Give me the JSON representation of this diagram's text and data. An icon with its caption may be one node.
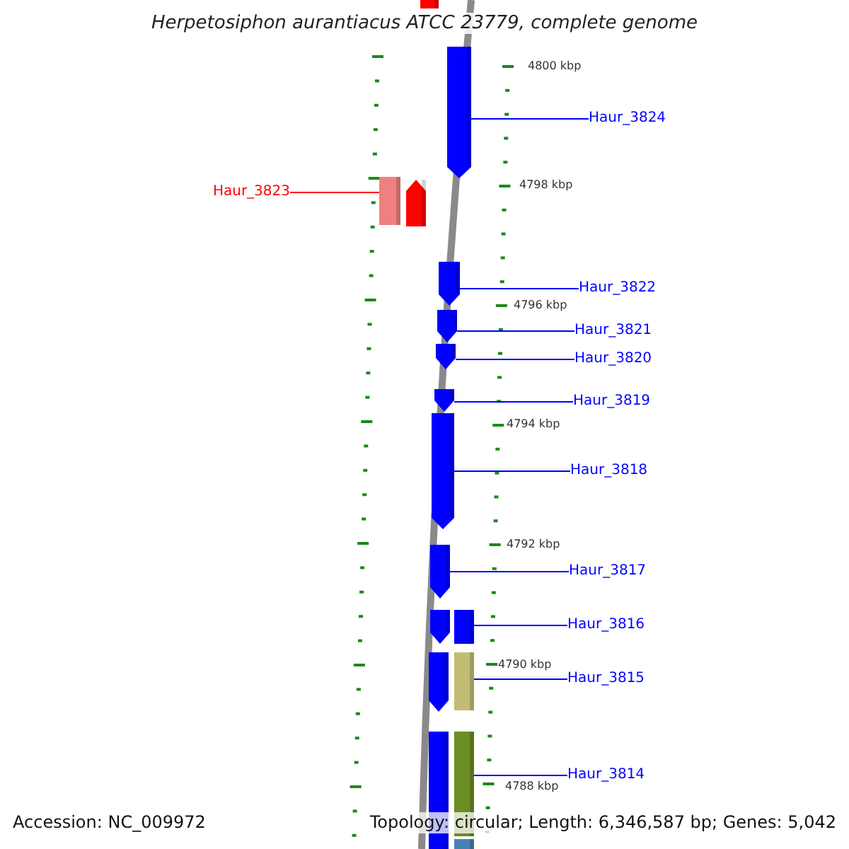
{
  "diagram": {
    "title": "Herpetosiphon aurantiacus ATCC 23779, complete genome",
    "nodes": [
      {
        "text": [],
        "shape": "bar"
      },
      {
        "text": [],
        "shape": "bar"
      },
      {
        "text": [
          "Haur_3824"
        ]
      },
      {
        "text": [
          "Haur_3823"
        ]
      },
      {
        "text": [],
        "shape": "bar"
      },
      {
        "text": [],
        "shape": "bar"
      },
      {
        "text": [],
        "shape": "bar"
      },
      {
        "text": [
          "Haur_3822"
        ]
      },
      {
        "text": [],
        "shape": "bar"
      },
      {
        "text": [
          "Haur_3821"
        ]
      },
      {
        "text": [],
        "shape": "bar"
      },
      {
        "text": [
          "Haur_3820"
        ]
      },
      {
        "text": [],
        "shape": "bar"
      },
      {
        "text": [
          "Haur_3819"
        ]
      },
      {
        "text": [],
        "shape": "bar"
      },
      {
        "text": [
          "Haur_3818"
        ]
      },
      {
        "text": [],
        "shape": "bar"
      },
      {
        "text": [
          "Haur_3817"
        ]
      },
      {
        "text": [],
        "shape": "bar"
      },
      {
        "text": [],
        "shape": "bar"
      },
      {
        "text": [
          "Haur_3816"
        ]
      },
      {
        "text": [],
        "shape": "bar"
      },
      {
        "text": [],
        "shape": "bar"
      },
      {
        "text": [
          "Haur_3815"
        ]
      },
      {
        "text": [],
        "shape": "bar"
      },
      {
        "text": [],
        "shape": "bar"
      },
      {
        "text": [],
        "shape": "bar"
      },
      {
        "text": [
          "Haur_3814"
        ]
      }
    ],
    "edges": [
      {
        "from": 2,
        "to": 1,
        "arrow": "none"
      },
      {
        "from": 3,
        "to": 4,
        "arrow": "none",
        "color": "#ff0000"
      },
      {
        "from": 7,
        "to": 6,
        "arrow": "none"
      },
      {
        "from": 9,
        "to": 8,
        "arrow": "none"
      },
      {
        "from": 11,
        "to": 10,
        "arrow": "none"
      },
      {
        "from": 13,
        "to": 12,
        "arrow": "none"
      },
      {
        "from": 15,
        "to": 14,
        "arrow": "none"
      },
      {
        "from": 17,
        "to": 16,
        "arrow": "none"
      },
      {
        "from": 20,
        "to": 19,
        "arrow": "none"
      },
      {
        "from": 23,
        "to": 22,
        "arrow": "none"
      },
      {
        "from": 27,
        "to": 25,
        "arrow": "none"
      }
    ],
    "labels": [
      "4800 kbp",
      "4798 kbp",
      "4796 kbp",
      "4794 kbp",
      "4792 kbp",
      "4790 kbp",
      "4788 kbp",
      "Accession: NC_009972",
      "Topology: circular; Length: 6,346,587 bp; Genes: 5,042"
    ]
  }
}
